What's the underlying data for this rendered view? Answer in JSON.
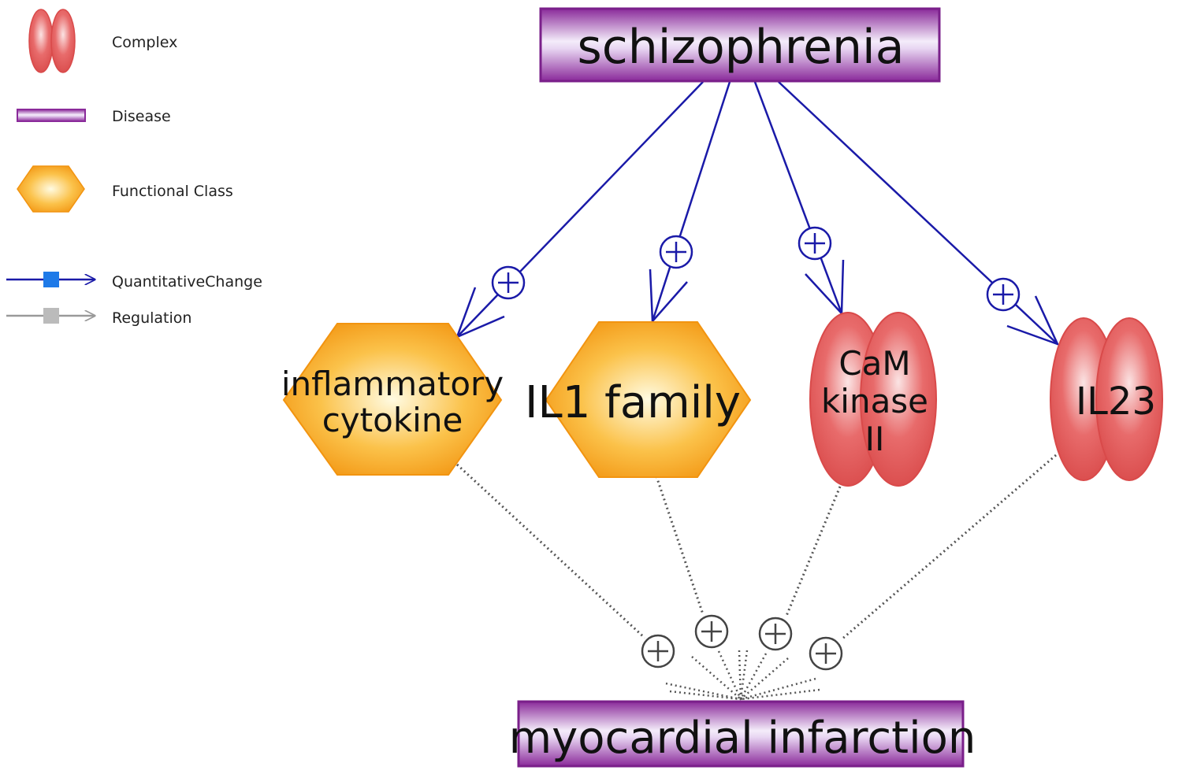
{
  "legend": {
    "items": [
      {
        "label": "Complex",
        "icon": "complex-icon"
      },
      {
        "label": "Disease",
        "icon": "disease-icon"
      },
      {
        "label": "Functional Class",
        "icon": "functional-class-icon"
      },
      {
        "label": "QuantitativeChange",
        "icon": "quantitative-change-arrow-icon"
      },
      {
        "label": "Regulation",
        "icon": "regulation-arrow-icon"
      }
    ]
  },
  "nodes": {
    "source_disease": "schizophrenia",
    "target_disease": "myocardial infarction",
    "functional_classes": [
      {
        "lines": [
          "inflammatory",
          "cytokine"
        ]
      },
      {
        "lines": [
          "IL1 family"
        ]
      }
    ],
    "complexes": [
      {
        "lines": [
          "CaM",
          "kinase",
          "II"
        ]
      },
      {
        "lines": [
          "IL23"
        ]
      }
    ]
  },
  "edges": {
    "relation_symbol": "+",
    "quantitative_change_color": "#1a1aa8",
    "regulation_color": "#555555"
  },
  "colors": {
    "disease_fill": "#8a2a9a",
    "functional_class_fill": "#f3a020",
    "complex_fill": "#e05555",
    "edge_blue": "#1a1aa8",
    "edge_gray": "#555555"
  }
}
